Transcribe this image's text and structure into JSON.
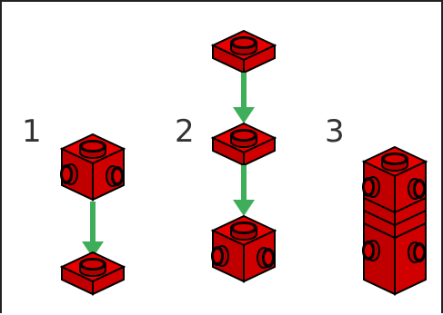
{
  "steps": [
    {
      "label": "1"
    },
    {
      "label": "2"
    },
    {
      "label": "3"
    }
  ],
  "colors": {
    "brick": "#d90000",
    "brick_top": "#e60000",
    "brick_shade": "#a80000",
    "stud": "#c40000",
    "outline": "#000000",
    "arrow": "#3fae5b",
    "background": "#ffffff",
    "frame": "#222222"
  },
  "icons": [
    "brick-1x1-side-studs",
    "plate-1x1",
    "down-arrow"
  ]
}
